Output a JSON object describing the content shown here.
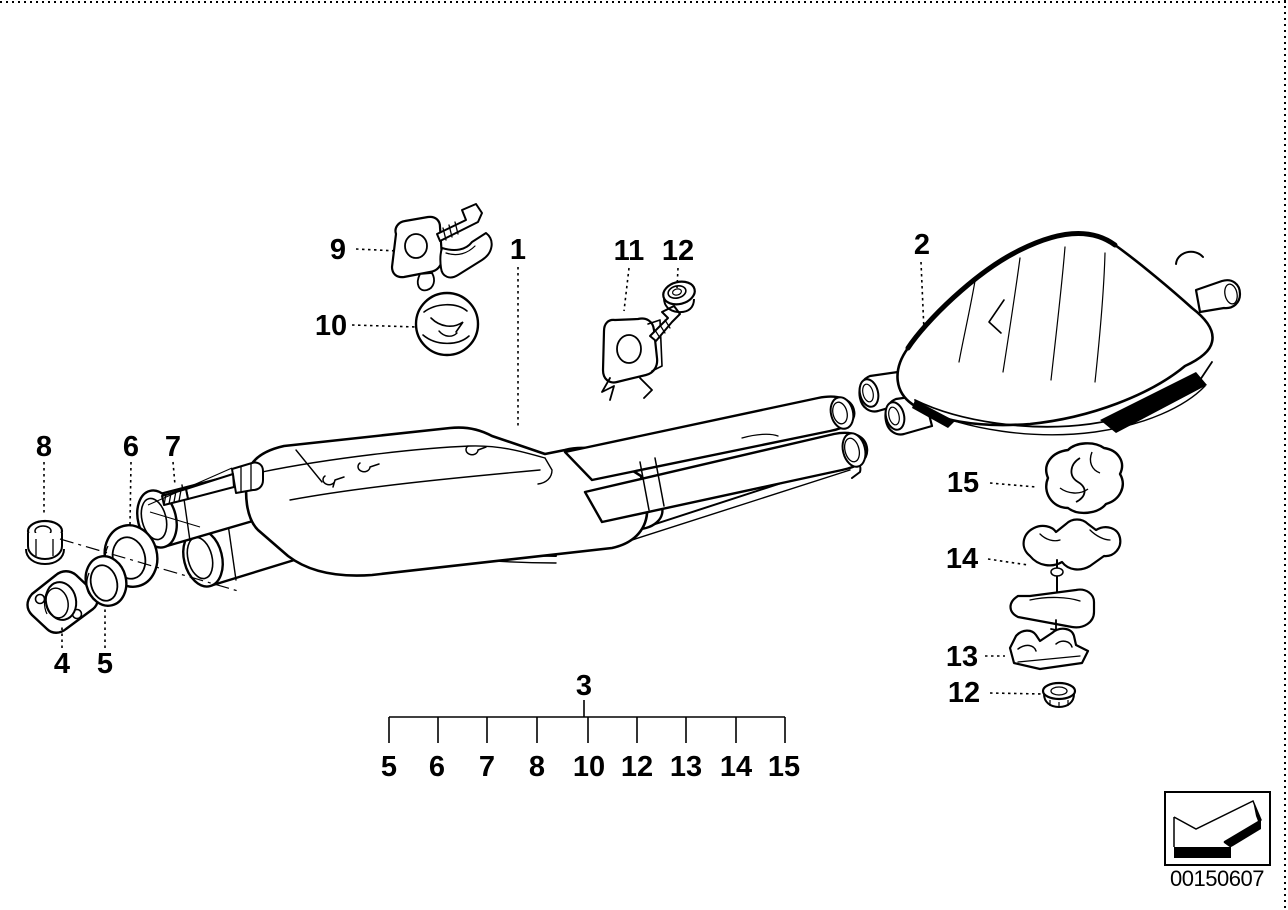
{
  "figure": {
    "type": "exploded-parts-diagram",
    "subject": "exhaust system with center and rear muffler",
    "image_number": "00150607",
    "colors": {
      "line": "#000000",
      "background": "#ffffff"
    }
  },
  "callouts": {
    "p1": "1",
    "p2": "2",
    "p3": "3",
    "p4": "4",
    "p5": "5",
    "p6": "6",
    "p7": "7",
    "p8": "8",
    "p9": "9",
    "p10": "10",
    "p11": "11",
    "p12_top": "12",
    "p12_right": "12",
    "p13": "13",
    "p14": "14",
    "p15": "15"
  },
  "group": {
    "parent": "3",
    "children": [
      "5",
      "6",
      "7",
      "8",
      "10",
      "12",
      "13",
      "14",
      "15"
    ]
  },
  "nav": {
    "arrow_icon": "back-arrow"
  }
}
